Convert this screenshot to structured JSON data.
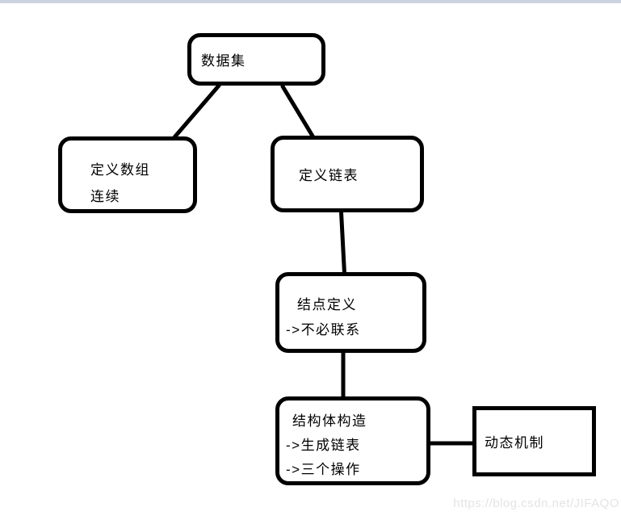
{
  "page": {
    "watermark": "https://blog.csdn.net/JIFAQO"
  },
  "colors": {
    "background": "#ffffff",
    "stroke": "#000000",
    "top_strip": "#ccd3e0",
    "watermark": "#e4e4e4"
  },
  "diagram": {
    "nodes": [
      {
        "id": "dataset",
        "shape": "rounded",
        "lines": [
          "数据集"
        ]
      },
      {
        "id": "array",
        "shape": "rounded",
        "lines": [
          "定义数组",
          "连续"
        ]
      },
      {
        "id": "linkedlist",
        "shape": "rounded",
        "lines": [
          "定义链表"
        ]
      },
      {
        "id": "node-def",
        "shape": "rounded",
        "lines": [
          "结点定义",
          "->不必联系"
        ]
      },
      {
        "id": "struct",
        "shape": "rounded",
        "lines": [
          "结构体构造",
          "->生成链表",
          "->三个操作"
        ]
      },
      {
        "id": "dynamic",
        "shape": "rectangle",
        "lines": [
          "动态机制"
        ]
      }
    ],
    "edges": [
      {
        "from": "dataset",
        "to": "array"
      },
      {
        "from": "dataset",
        "to": "linkedlist"
      },
      {
        "from": "linkedlist",
        "to": "node-def"
      },
      {
        "from": "node-def",
        "to": "struct"
      },
      {
        "from": "struct",
        "to": "dynamic"
      }
    ]
  }
}
